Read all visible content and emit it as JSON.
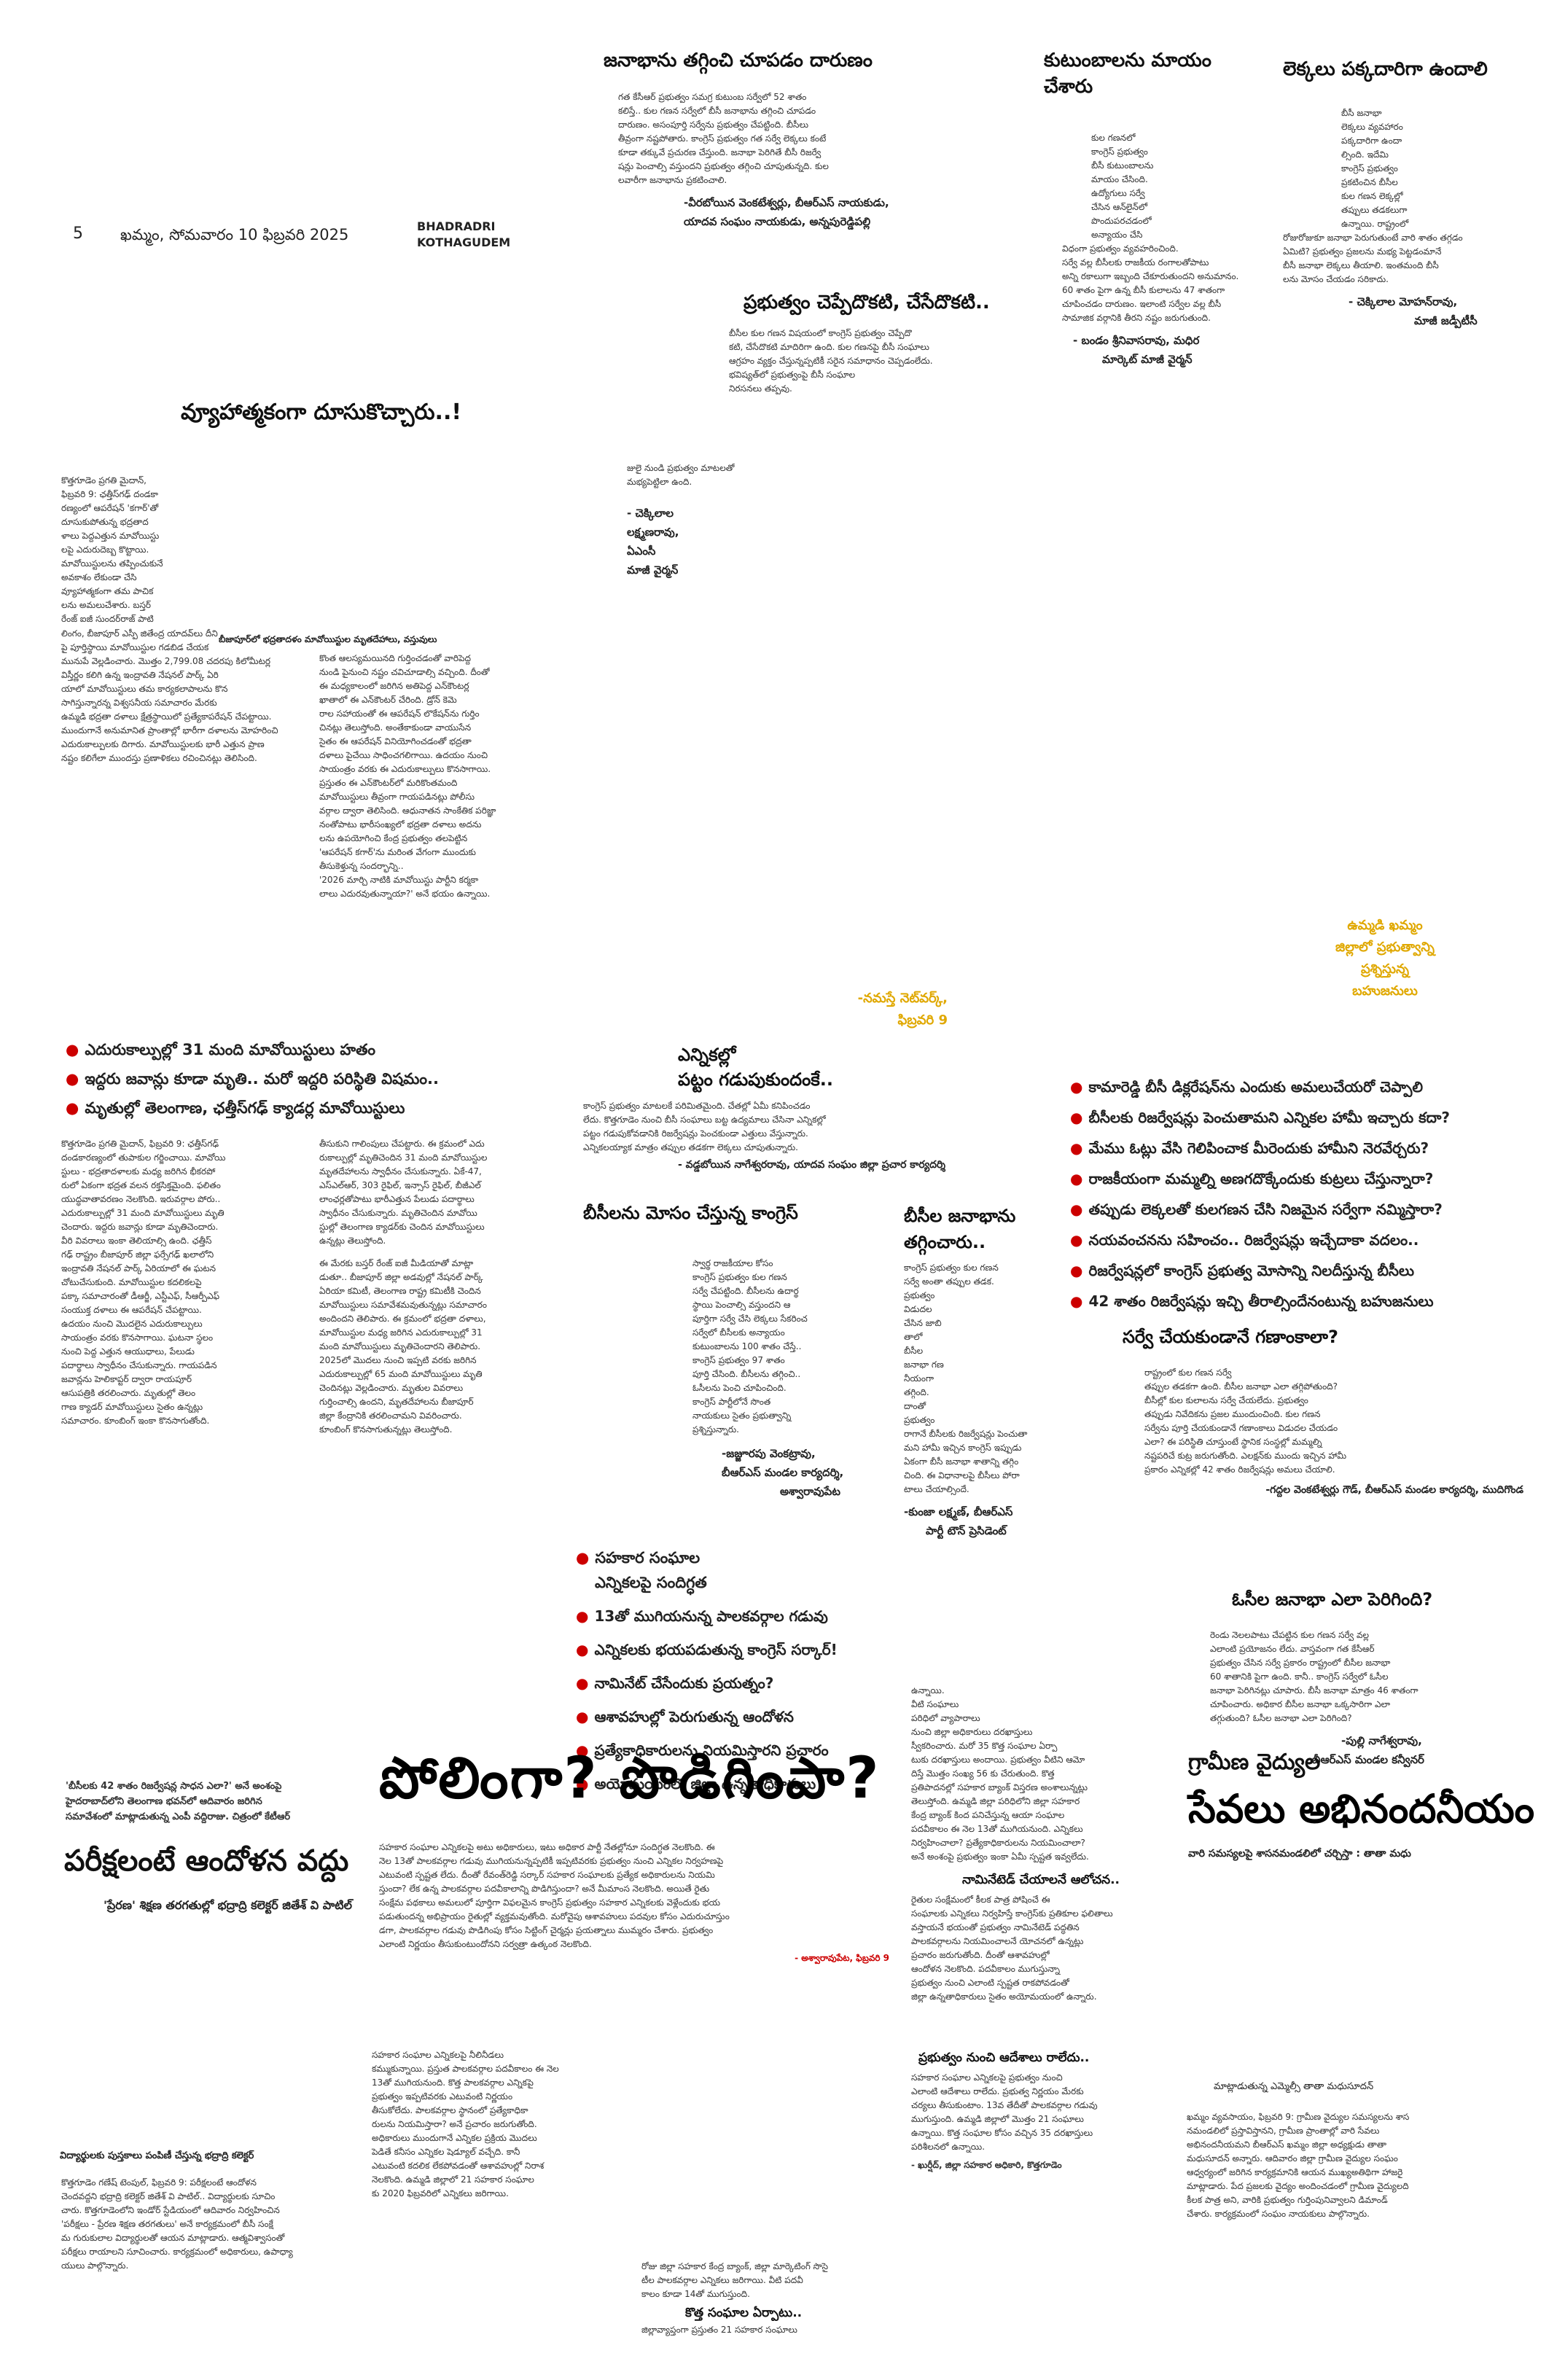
{
  "page_no": "5",
  "dateline": "ఖమ్మం, సోమవారం 10 ఫిబ్రవరి 2025",
  "edition": [
    "BHADRADRI",
    "KOTHAGUDEM"
  ],
  "top": {
    "col1_head": "జనాభాను తగ్గించి చూపడం దారుణం",
    "col1_body": [
      "గత కేసీఆర్ ప్రభుత్వం సమగ్ర కుటుంబ సర్వేలో 52 శాతం",
      "కలిస్తే.. కుల గణన సర్వేలో బీసీ జనాభాను తగ్గించి చూపడం",
      "దారుణం. అసంపూర్తి సర్వేను ప్రభుత్వం చేపట్టింది. బీసీలు",
      "తీవ్రంగా నష్టపోతారు. కాంగ్రెస్ ప్రభుత్వం గత సర్వే లెక్కలు కంటే",
      "కూడా తక్కువే ప్రచురణ చేస్తుంది. జనాభా పెరిగితే బీసీ రిజర్వే",
      "షన్లు పెంచాల్సి వస్తుందని ప్రభుత్వం తగ్గించి చూపుతున్నది. కుల",
      "లవారీగా జనాభాను ప్రకటించాలి."
    ],
    "col1_sig": [
      "-వీరబోయిన వెంకటేశ్వర్లు, బీఆర్ఎస్ నాయకుడు,",
      "యాదవ సంఘం నాయకుడు, అన్నపురెడ్డిపల్లి"
    ],
    "col2_head": "కుటుంబాలను మాయం చేశారు",
    "col2_body": [
      "కుల గణనలో",
      "కాంగ్రెస్ ప్రభుత్వం",
      "బీసీ కుటుంబాలను",
      "మాయం చేసింది.",
      "ఉద్యోగులు సర్వే",
      "చేసిన ఆన్‌లైన్‌లో",
      "పొందుపరచడంలో",
      "అన్యాయం చేసి",
      "విధంగా ప్రభుత్వం వ్యవహరించింది.",
      "సర్వే వల్ల బీసీలకు రాజకీయ రంగాలతోపాటు",
      "అన్ని రకాలుగా ఇబ్బంది చేకూరుతుందని అనుమానం.",
      "60 శాతం పైగా ఉన్న బీసీ కులాలను 47 శాతంగా",
      "చూపించడం దారుణం. ఇలాంటి సర్వేల వల్ల బీసీ",
      "సామాజిక వర్గానికి తీరని నష్టం జరుగుతుంది."
    ],
    "col2_sig": [
      "- బండం శ్రీనివాసరావు, మధిర",
      "మార్కెట్ మాజీ వైర్మన్"
    ],
    "col3_head": "లెక్కలు పక్కదారిగా ఉందాలి",
    "col3_body": [
      "బీసీ జనాభా",
      "లెక్కలు వ్యవహారం",
      "పక్కదారిగా ఉందా",
      "ల్సింది. ఇదేమి",
      "కాంగ్రెస్ ప్రభుత్వం",
      "ప్రకటించిన బీసీల",
      "కుల గణన లెక్కల్లో",
      "తప్పులు తడకలుగా",
      "ఉన్నాయి. రాష్ట్రంలో",
      "రోజురోజుకూ జనాభా పెరుగుతుంటే వారి శాతం తగ్గడం",
      "ఏమిటి? ప్రభుత్వం ప్రజలను మభ్య పెట్టడంమానే",
      "బీసీ జనాభా లెక్కలు తీయాలి. ఇంతమంది బీసీ",
      "లను మోసం చేయడం సరికాదు."
    ],
    "col3_sig": [
      "- చెక్కిలాల మోహన్‌రావు,",
      "మాజీ జడ్పీటీసీ"
    ],
    "col4_head": "ప్రభుత్వం చెప్పేదొకటి, చేసేదొకటి..",
    "col4_body": [
      "బీసీల కుల గణన విషయంలో కాంగ్రెస్ ప్రభుత్వం చెప్పేదొ",
      "కటి, చేసేదొకటి మాదిరిగా ఉంది. కుల గణనపై బీసీ సంఘాలు",
      "ఆగ్రహం వ్యక్తం చేస్తున్నప్పటికీ సరైన సమాధానం చెప్పడంలేదు.",
      "భవిష్యత్‌లో ప్రభుత్వంపై బీసీ సంఘాల",
      "నిరసనలు తప్పవు.",
      "జులై నుండి ప్రభుత్వం మాటలతో",
      "మభ్యపెట్టిలా ఉంది."
    ],
    "col4_sig": [
      "- చెక్కిలాల",
      "లక్ష్మణరావు,",
      "ఏఎంసీ",
      "మాజీ వైర్మన్"
    ]
  },
  "story1": {
    "headline": "వ్యూహాత్మకంగా దూసుకొచ్చారు..!",
    "caption": "బీజాపూర్‌లో భద్రతాదళం మావోయిస్టుల మృతదేహాలు, వస్తువులు",
    "col1": [
      "కొత్తగూడెం ప్రగతి మైదాన్,",
      "ఫిబ్రవరి 9: ఛత్తీస్‌గఢ్ దండకా",
      "రణ్యంలో ఆపరేషన్ 'కగార్'తో",
      "దూసుకుపోతున్న భద్రతాద",
      "ళాలు పెద్దఎత్తున మావోయిస్టు",
      "లపై ఎదురుదెబ్బ కొట్టాయి.",
      "మావోయిస్టులను తప్పించుకునే",
      "అవకాశం లేకుండా చేసి",
      "వ్యూహాత్మకంగా తమ పాచిక",
      "లను అమలుచేశారు. బస్తర్",
      "రేంజ్ ఐజీ సుందర్‌రాజ్ పాటి",
      "లింగం, బీజాపూర్ ఎస్పీ జితేంద్ర యాదవ్‌లు దీని",
      "పై పూర్తిస్థాయి మావోయిస్టుల గడబిడ చేయక",
      "మునుపే వెల్లడించారు. మొత్తం 2,799.08 చదరపు కిలోమీటర్ల",
      "విస్తీర్ణం కలిగి ఉన్న ఇంద్రావతి నేషనల్ పార్క్ ఏరి",
      "యాలో మావోయిస్టులు తమ కార్యకలాపాలను కొన",
      "సాగిస్తున్నారన్న విశ్వసనీయ సమాచారం మేరకు",
      "ఉమ్మడి భద్రతా దళాలు క్షేత్రస్థాయిలో ప్రత్యేకాపరేషన్ చేపట్టాయి.",
      "ముందుగానే అనుమానిత ప్రాంతాల్లో భారీగా దళాలను మోహరించి",
      "ఎదురుకాల్పులకు దిగారు. మావోయిస్టులకు భారీ ఎత్తున ప్రాణ",
      "నష్టం కలిగేలా ముందస్తు ప్రణాళికలు రచించినట్లు తెలిసింది."
    ],
    "col2": [
      "కొంత ఆలస్యమయినది గుర్తించడంతో వారిపెద్ద",
      "నుండి పైనుంచి నష్టం చవిచూడాల్సి వచ్చింది. దీంతో",
      "ఈ మధ్యకాలంలో జరిగిన అతిపెద్ద ఎన్‌కౌంటర్ల",
      "ఖాతాలో ఈ ఎన్‌కౌంటర్ చేరింది. డ్రోన్ కెమె",
      "రాల సహాయంతో ఈ ఆపరేషన్ లొకేషన్‌ను గుర్తిం",
      "చినట్లు తెలుస్తోంది. అంతేకాకుండా వాయుసేన",
      "సైతం ఈ ఆపరేషన్ వినియోగించడంతో భద్రతా",
      "దళాలు పైచేయి సాధించగలిగాయి. ఉదయం నుంచి",
      "సాయంత్రం వరకు ఈ ఎదురుకాల్పులు కొనసాగాయి.",
      "ప్రస్తుతం ఈ ఎన్‌కౌంటర్‌లో మరికొంతమంది",
      "మావోయిస్టులు తీవ్రంగా గాయపడినట్లు పోలీసు",
      "వర్గాల ద్వారా తెలిసింది. ఆధునాతన సాంకేతిక పరిజ్ఞా",
      "నంతోపాటు భారీసంఖ్యలో భద్రతా దళాలు అదను",
      "లను ఉపయోగించి కేంద్ర ప్రభుత్వం తలపెట్టిన",
      "'ఆపరేషన్ కగార్'ను మరింత వేగంగా ముందుకు",
      "తీసుకెళ్తున్న సందర్భాన్ని..",
      "'2026 మార్చి నాటికి మావోయిస్టు పార్టీని కర్మకా",
      "లాలు ఎదురవుతున్నాయా?' అనే భయం ఉన్నాయి."
    ]
  },
  "yellow1": [
    "ఉమ్మడి ఖమ్మం",
    "జిల్లాలో ప్రభుత్వాన్ని",
    "ప్రశ్నిస్తున్న",
    "బహుజనులు"
  ],
  "yellow2": [
    "-నమస్తే నెట్‌వర్క్,",
    "ఫిబ్రవరి 9"
  ],
  "bullets1": [
    "ఎదురుకాల్పుల్లో 31 మంది మావోయిస్టులు హతం",
    "ఇద్దరు జవాన్లు కూడా మృతి.. మరో ఇద్దరి పరిస్థితి విషమం..",
    "మృతుల్లో తెలంగాణ, ఛత్తీస్‌గఢ్ క్యాడర్ల మావోయిస్టులు"
  ],
  "story2": {
    "col1": [
      "కొత్తగూడెం ప్రగతి మైదాన్, ఫిబ్రవరి 9: ఛత్తీస్‌గఢ్",
      "దండకారణ్యంలో తుపాకుల గర్జించాయి. మావోయి",
      "స్టులు - భద్రతాదళాలకు మధ్య జరిగిన భీకరపో",
      "రులో ఏకంగా భద్రత వలన రక్తసిక్తమైంది. ఫలితం",
      "యుద్ధవాతావరణం నెలకొంది. ఇరువర్గాల పోరు..",
      "ఎదురుకాల్పుల్లో 31 మంది మావోయిస్టులు మృతి",
      "చెందారు. ఇద్దరు జవాన్లు కూడా మృతిచెందారు.",
      "వీరి వివరాలు ఇంకా తెలియాల్సి ఉంది. ఛత్తీస్",
      "గఢ్ రాష్ట్రం బీజాపూర్ జిల్లా ఫర్సేగఢ్ ఖలాలోని",
      "ఇంద్రావతి నేషనల్ పార్క్ ఏరియాలో ఈ ఘటన",
      "చోటుచేసుకుంది. మావోయిస్టుల కదలికలపై",
      "పక్కా సమాచారంతో డీఆర్జీ, ఎస్టీఎఫ్, సీఆర్పీఎఫ్",
      "సంయుక్త దళాలు ఈ ఆపరేషన్ చేపట్టాయి.",
      "ఉదయం నుంచి మొదలైన ఎదురుకాల్పులు",
      "సాయంత్రం వరకు కొనసాగాయి. ఘటనా స్థలం",
      "నుంచి పెద్ద ఎత్తున ఆయుధాలు, పేలుడు",
      "పదార్థాలు స్వాధీనం చేసుకున్నారు. గాయపడిన",
      "జవాన్లను హెలికాప్టర్ ద్వారా రాయపూర్",
      "ఆసుపత్రికి తరలించారు. మృతుల్లో తెలం",
      "గాణ క్యాడర్ మావోయిస్టులు సైతం ఉన్నట్లు",
      "సమాచారం. కూంబింగ్ ఇంకా కొనసాగుతోంది."
    ],
    "col2": [
      "తీసుకుని గాలింపులు చేపట్టారు. ఈ క్రమంలో ఎదు",
      "రుకాల్పుల్లో మృతిచెందిన 31 మంది మావోయిస్టుల",
      "మృతదేహాలను స్వాధీనం చేసుకున్నారు. ఏకే-47,",
      "ఎస్‌ఎల్ఆర్, 303 రైఫిల్, ఇన్సాస్ రైఫిల్, బీజీఎల్",
      "లాంఛర్లతోపాటు భారీఎత్తున పేలుడు పదార్థాలు",
      "స్వాధీనం చేసుకున్నారు. మృతిచెందిన మావోయి",
      "స్టుల్లో తెలంగాణ క్యాడర్‌కు చెందిన మావోయిస్టులు",
      "ఉన్నట్లు తెలుస్తోంది.",
      "ఈ మేరకు బస్తర్ రేంజ్ ఐజీ మీడియాతో మాట్లా",
      "డుతూ.. బీజాపూర్ జిల్లా అడవుల్లో నేషనల్ పార్క్",
      "ఏరియా కమిటీ, తెలంగాణ రాష్ట్ర కమిటీకి చెందిన",
      "మావోయిస్టులు సమావేశమవుతున్నట్లు సమాచారం",
      "అందిందని తెలిపారు. ఈ క్రమంలో భద్రతా దళాలు,",
      "మావోయిస్టుల మధ్య జరిగిన ఎదురుకాల్పుల్లో 31",
      "మంది మావోయిస్టులు మృతిచెందారని తెలిపారు.",
      "2025లో మొదలు నుంచి ఇప్పటి వరకు జరిగిన",
      "ఎదురుకాల్పుల్లో 65 మంది మావోయిస్టులు మృతి",
      "చెందినట్లు వెల్లడించారు. మృతుల వివరాలు",
      "గుర్తించాల్సి ఉందని, మృతదేహాలను బీజాపూర్",
      "జిల్లా కేంద్రానికి తరలించామని వివరించారు.",
      "కూంబింగ్ కొనసాగుతున్నట్లు తెలుస్తోంది."
    ]
  },
  "elections": {
    "head": [
      "ఎన్నికల్లో",
      "పట్టం గడుపుకుందంకే.."
    ],
    "body": [
      "కాంగ్రెస్ ప్రభుత్వం మాటలకే పరిమితమైంది. చేతల్లో ఏమీ కనిపించడం",
      "లేదు. కొత్తగూడెం నుంచి బీసీ సంఘాలు బట్ట ఉద్యమాలు చేసినా ఎన్నికల్లో",
      "పట్టం గడుపుకోవడానికి రిజర్వేషన్లు పెంచకుండా ఎత్తులు వేస్తున్నారు.",
      "ఎన్నికలయ్యాక మాత్రం తప్పుల తడకగా లెక్కలు చూపుతున్నారు."
    ],
    "sig": "- వడ్డబోయిన నాగేశ్వరరావు, యాదవ సంఘం జిల్లా ప్రచార కార్యదర్శి"
  },
  "bullets2": [
    "కామారెడ్డి బీసీ డిక్లరేషన్‌ను ఎందుకు అమలుచేయరో చెప్పాలి",
    "బీసీలకు రిజర్వేషన్లు పెంచుతామని ఎన్నికల హామీ ఇచ్చారు కదా?",
    "మేము ఓట్లు వేసి గెలిపించాక మీరెందుకు హామీని నెరవేర్చరు?",
    "రాజకీయంగా మమ్మల్ని అణగదొక్కేందుకు కుట్రలు చేస్తున్నారా?",
    "తప్పుడు లెక్కలతో కులగణన చేసి నిజమైన సర్వేగా నమ్మిస్తారా?",
    "నయవంచనను సహించం.. రిజర్వేషన్లు ఇచ్చేదాకా వదలం..",
    "రిజర్వేషన్లలో కాంగ్రెస్ ప్రభుత్వ మోసాన్ని నిలదీస్తున్న బీసీలు",
    "42 శాతం రిజర్వేషన్లు ఇచ్చి తీరాల్సిందేనంటున్న బహుజనులు"
  ],
  "betrayal": {
    "head": "బీసీలను మోసం చేస్తున్న కాంగ్రెస్",
    "body": [
      "స్వార్థ రాజకీయాల కోసం",
      "కాంగ్రెస్ ప్రభుత్వం కుల గణన",
      "సర్వే చేపట్టింది. బీసీలను ఉదార్థ",
      "స్థాయి పెంచాల్సి వస్తుందని ఆ",
      "పూర్తిగా సర్వే చేసి లెక్కలు సేకరించ",
      "సర్వేలో బీసీలకు అన్యాయం",
      "కుటుంబాలను 100 శాతం చేస్తే..",
      "కాంగ్రెస్ ప్రభుత్వం 97 శాతం",
      "పూర్తి చేసింది. బీసీలను తగ్గించి..",
      "ఓసీలను పెంచి చూపించింది.",
      "కాంగ్రెస్ పార్టీలోనే సొంత",
      "నాయకులు సైతం ప్రభుత్వాన్ని",
      "ప్రశ్నిస్తున్నారు."
    ],
    "sig": [
      "-జజ్జూరపు వెంకట్రావు,",
      "బీఆర్ఎస్ మండల కార్యదర్శి,",
      "అశ్వారావుపేట"
    ]
  },
  "reduced": {
    "head": [
      "బీసీల జనాభాను",
      "తగ్గించారు.."
    ],
    "body": [
      "కాంగ్రెస్ ప్రభుత్వం కుల గణన",
      "సర్వే అంతా తప్పుల తడక.",
      "ప్రభుత్వం",
      "విడుదల",
      "చేసిన జాబి",
      "తాలో",
      "బీసీల",
      "జనాభా గణ",
      "నీయంగా",
      "తగ్గింది.",
      "దాంతో",
      "ప్రభుత్వం",
      "రాగానే బీసీలకు రిజర్వేషన్లు పెంచుతా",
      "మని హామీ ఇచ్చిన కాంగ్రెస్ ఇప్పుడు",
      "ఏకంగా బీసీ జనాభా శాతాన్ని తగ్గిం",
      "చింది. ఈ విధానాలపై బీసీలు పోరా",
      "టాలు చేయాల్సిందే."
    ],
    "sig": [
      "-కుంజా లక్ష్మణ్, బీఆర్ఎస్",
      "పార్టీ టౌన్ ప్రెసిడెంట్"
    ]
  },
  "survey": {
    "head": "సర్వే చేయకుండానే గణాంకాలా?",
    "body": [
      "రాష్ట్రంలో కుల గణన సర్వే",
      "తప్పుల తడకగా ఉంది. బీసీల జనాభా ఎలా తగ్గిపోతుంది?",
      "బీసీల్లో కుల కులాలను సర్వే చేయలేదు. ప్రభుత్వం",
      "తప్పుడు నివేదికను ప్రజల ముందుంచింది. కుల గణన",
      "సర్వేను పూర్తి చేయకుండానే గణాంకాలు విడుదల చేయడం",
      "ఎలా? ఈ పరిస్థితి చూస్తుంటే స్థానిక సంస్థల్లో మమ్మల్ని",
      "నష్టపరిచే కుట్ర జరుగుతోంది. ఎలక్షన్‌కు ముందు ఇచ్చిన హామీ",
      "ప్రకారం ఎన్నికల్లో 42 శాతం రిజర్వేషన్లు అమలు చేయాలి."
    ],
    "sig": "-గద్దల వెంకటేశ్వర్లు గౌడ్, బీఆర్ఎస్ మండల కార్యదర్శి, ముదిగొండ"
  },
  "bullets3_head": [
    "సహకార సంఘాల",
    "ఎన్నికలపై సందిగ్ధత"
  ],
  "bullets3": [
    "13తో ముగియనున్న పాలకవర్గాల గడువు",
    "ఎన్నికలకు భయపడుతున్న కాంగ్రెస్ సర్కార్!",
    "నామినేట్ చేసేందుకు ప్రయత్నం?",
    "ఆశావహుల్లో పెరుగుతున్న ఆందోళన",
    "ప్రత్యేకాధికారులను నియమిస్తారని ప్రచారం",
    "అయోమయంలో జిల్లా ఉన్నతాధికారులు"
  ],
  "oc": {
    "head": "ఓసీల జనాభా ఎలా పెరిగింది?",
    "body": [
      "రెండు నెలలపాటు చేపట్టిన కుల గణన సర్వే వల్ల",
      "ఎలాంటి ప్రయోజనం లేదు. వాస్తవంగా గత కేసీఆర్",
      "ప్రభుత్వం చేసిన సర్వే ప్రకారం రాష్ట్రంలో బీసీల జనాభా",
      "60 శాతానికి పైగా ఉంది. కానీ.. కాంగ్రెస్ సర్వేలో ఓసీల",
      "జనాభా పెరిగినట్లు చూపారు. బీసీ జనాభా మాత్రం 46 శాతంగా",
      "చూపించారు. అధికార బీసీల జనాభా ఒక్కసారిగా ఎలా",
      "తగ్గుతుంది? ఓసీల జనాభా ఎలా పెరిగింది?"
    ],
    "sig": [
      "-పుల్లి నాగేశ్వరావు,",
      "బీఆర్ఎస్ మండల కన్వీనర్"
    ]
  },
  "coop_story": {
    "col1": [
      "ఉన్నాయి.",
      "వీటి సంఘాలు",
      "పరిధిలో వ్యాపారాలు",
      "నుంచి జిల్లా అధికారులు దరఖాస్తులు",
      "స్వీకరించారు. మరో 35 కొత్త సంఘాల ఏర్పా",
      "టుకు దరఖాస్తులు అందాయి. ప్రభుత్వం వీటిని ఆమో",
      "దిస్తే మొత్తం సంఖ్య 56 కు చేరుతుంది. కొత్త",
      "ప్రతిపాదనల్లో సహకార బ్యాంక్ విస్తరణ అంశాలున్నట్లు",
      "తెలుస్తోంది. ఉమ్మడి జిల్లా పరిధిలోని జిల్లా సహకార",
      "కేంద్ర బ్యాంక్ కింద పనిచేస్తున్న ఆయా సంఘాల",
      "పదవీకాలం ఈ నెల 13తో ముగియనుంది. ఎన్నికలు",
      "నిర్వహించాలా? ప్రత్యేకాధికారులను నియమించాలా?",
      "అనే అంశంపై ప్రభుత్వం ఇంకా ఏమీ స్పష్టత ఇవ్వలేదు."
    ],
    "sub1": "నామినేటెడ్ చేయాలనే ఆలోచన..",
    "col1b": [
      "రైతుల సంక్షేమంలో కీలక పాత్ర పోషించే ఈ",
      "సంఘాలకు ఎన్నికలు నిర్వహిస్తే కాంగ్రెస్‌కు ప్రతికూల ఫలితాలు",
      "వస్తాయనే భయంతో ప్రభుత్వం నామినేటెడ్ పద్ధతిన",
      "పాలకవర్గాలను నియమించాలనే యోచనలో ఉన్నట్లు",
      "ప్రచారం జరుగుతోంది. దీంతో ఆశావహుల్లో",
      "ఆందోళన నెలకొంది. పదవీకాలం ముగుస్తున్నా",
      "ప్రభుత్వం నుంచి ఎలాంటి స్పష్టత రాకపోవడంతో",
      "జిల్లా ఉన్నతాధికారులు సైతం అయోమయంలో ఉన్నారు."
    ],
    "sub2": "ప్రభుత్వం నుంచి ఆదేశాలు రాలేదు..",
    "col1c": [
      "సహకార సంఘాల ఎన్నికలపై ప్రభుత్వం నుంచి",
      "ఎలాంటి ఆదేశాలు రాలేదు. ప్రభుత్వ నిర్ణయం మేరకు",
      "చర్యలు తీసుకుంటాం. 13వ తేదీతో పాలకవర్గాల గడువు",
      "ముగుస్తుంది. ఉమ్మడి జిల్లాలో మొత్తం 21 సంఘాలు",
      "ఉన్నాయి. కొత్త సంఘాల కోసం వచ్చిన 35 దరఖాస్తులు",
      "పరిశీలనలో ఉన్నాయి."
    ],
    "col1c_sig": "- ఖుర్షీద్, జిల్లా సహకార అధికారి, కొత్తగూడెం"
  },
  "banner": "పోలింగా? పొడిగింపా?",
  "coop_lead": [
    "సహకార సంఘాల ఎన్నికలపై అటు అధికారులు, ఇటు అధికార పార్టీ నేతల్లోనూ సందిగ్ధత నెలకొంది. ఈ",
    "నెల 13తో పాలకవర్గాల గడువు ముగియనున్నప్పటికీ ఇప్పటివరకు ప్రభుత్వం నుంచి ఎన్నికల నిర్వహణపై",
    "ఎటువంటి స్పష్టత లేదు. దీంతో రేవంత్‌రెడ్డి సర్కార్ సహకార సంఘాలకు ప్రత్యేక అధికారులను నియమి",
    "స్తుందా? లేక ఉన్న పాలకవర్గాల పదవీకాలాన్ని పొడిగిస్తుందా? అనే మీమాంస నెలకొంది. అయితే రైతు",
    "సంక్షేమ పథకాలు అమలులో పూర్తిగా విఫలమైన కాంగ్రెస్ ప్రభుత్వం సహకార ఎన్నికలకు వెళ్లేందుకు భయ",
    "పడుతుందన్న అభిప్రాయం రైతుల్లో వ్యక్తమవుతోంది. మరోవైపు ఆశావహులు పదవుల కోసం ఎదురుచూస్తుం",
    "డగా, పాలకవర్గాల గడువు పొడిగింపు కోసం సిట్టింగ్ చైర్మన్లు ప్రయత్నాలు ముమ్మరం చేశారు. ప్రభుత్వం",
    "ఎలాంటి నిర్ణయం తీసుకుంటుందోనని సర్వత్రా ఉత్కంఠ నెలకొంది."
  ],
  "coop_lead_sig": "- అశ్వారావుపేట, ఫిబ్రవరి 9",
  "coop_bottom": {
    "col1": [
      "సహకార సంఘాల ఎన్నికలపై నీలినీడలు",
      "కమ్ముకున్నాయి. ప్రస్తుత పాలకవర్గాల పదవీకాలం ఈ నెల",
      "13తో ముగియనుంది. కొత్త పాలకవర్గాల ఎన్నికపై",
      "ప్రభుత్వం ఇప్పటివరకు ఎటువంటి నిర్ణయం",
      "తీసుకోలేదు. పాలకవర్గాల స్థానంలో ప్రత్యేకాధికా",
      "రులను నియమిస్తారా? అనే ప్రచారం జరుగుతోంది.",
      "అధికారులు ముందుగానే ఎన్నికల ప్రక్రియ మొదలు",
      "పెడితే కనీసం ఎన్నికల షెడ్యూల్ వచ్చేది. కానీ",
      "ఎటువంటి కదలిక లేకపోవడంతో ఆశావహుల్లో నిరాశ",
      "నెలకొంది. ఉమ్మడి జిల్లాలో 21 సహకార సంఘాల",
      "కు 2020 ఫిబ్రవరిలో ఎన్నికలు జరిగాయి."
    ],
    "col2": [
      "రోజు జిల్లా సహకార కేంద్ర బ్యాంక్, జిల్లా మార్కెటింగ్ సొసై",
      "టీల పాలకవర్గాల ఎన్నికలు జరిగాయి. వీటి పదవీ",
      "కాలం కూడా 14తో ముగుస్తుంది."
    ],
    "sub": "కొత్త సంఘాల ఏర్పాటు..",
    "col2b": [
      "జిల్లావ్యాప్తంగా ప్రస్తుతం 21 సహకార సంఘాలు"
    ]
  },
  "exams": {
    "lead": [
      "'బీసీలకు 42 శాతం రిజర్వేషన్ల సాధన ఎలా?' అనే అంశంపై",
      "హైదరాబాద్‌లోని తెలంగాణ భవన్‌లో ఆదివారం జరిగిన",
      "సమావేశంలో మాట్లాడుతున్న ఎంపీ వద్దిరాజు. చిత్రంలో కేటీఆర్"
    ],
    "headline": "పరీక్షలంటే ఆందోళన వద్దు",
    "sub": "'ప్రేరణ' శిక్షణ తరగతుల్లో భద్రాద్రి కలెక్టర్ జితేశ్ వి పాటిల్",
    "caption": "విద్యార్థులకు పుస్తకాలు పంపిణీ చేస్తున్న భద్రాద్రి కలెక్టర్",
    "body": [
      "కొత్తగూడెం గణేష్ టెంపుల్, ఫిబ్రవరి 9: పరీక్షలంటే ఆందోళన",
      "చెందవద్దని భద్రాద్రి కలెక్టర్ జితేశ్ వి పాటిల్.. విద్యార్థులకు సూచిం",
      "చారు. కొత్తగూడెంలోని ఇండోర్ స్టేడియంలో ఆదివారం నిర్వహించిన",
      "'పరీక్షలు - ప్రేరణ శిక్షణ తరగతులు' అనే కార్యక్రమంలో బీసీ సంక్షే",
      "మ గురుకులాల విద్యార్థులతో ఆయన మాట్లాడారు. ఆత్మవిశ్వాసంతో",
      "పరీక్షలు రాయాలని సూచించారు. కార్యక్రమంలో అధికారులు, ఉపాధ్యా",
      "యులు పాల్గొన్నారు."
    ]
  },
  "rural": {
    "kicker": "గ్రామీణ వైద్యుల",
    "headline": "సేవలు అభినందనీయం",
    "sub": "వారి సమస్యలపై శాసనమండలిలో చర్చిస్తా : తాతా మధు",
    "caption": "మాట్లాడుతున్న ఎమ్మెల్సీ తాతా మధుసూదన్",
    "body": [
      "ఖమ్మం వ్యవసాయం, ఫిబ్రవరి 9: గ్రామీణ వైద్యుల సమస్యలను శాస",
      "నమండలిలో ప్రస్తావిస్తానని, గ్రామీణ ప్రాంతాల్లో వారి సేవలు",
      "అభినందనీయమని బీఆర్ఎస్ ఖమ్మం జిల్లా అధ్యక్షుడు తాతా",
      "మధుసూదన్ అన్నారు. ఆదివారం జిల్లా గ్రామీణ వైద్యుల సంఘం",
      "ఆధ్వర్యంలో జరిగిన కార్యక్రమానికి ఆయన ముఖ్యఅతిథిగా హాజరై",
      "మాట్లాడారు. పేద ప్రజలకు వైద్యం అందించడంలో గ్రామీణ వైద్యులది",
      "కీలక పాత్ర అని, వారికి ప్రభుత్వం గుర్తింపునివ్వాలని డిమాండ్",
      "చేశారు. కార్యక్రమంలో సంఘం నాయకులు పాల్గొన్నారు."
    ]
  }
}
